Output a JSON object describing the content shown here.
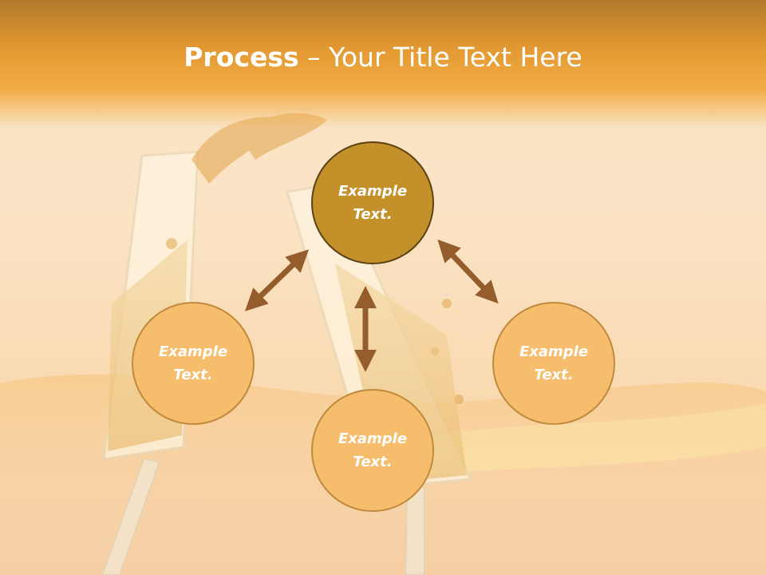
{
  "slide": {
    "title_bold": "Process",
    "title_rest": " – Your Title Text Here"
  },
  "process": {
    "nodes": [
      {
        "label": "Example Text."
      },
      {
        "label": "Example Text."
      },
      {
        "label": "Example Text."
      },
      {
        "label": "Example Text."
      }
    ]
  },
  "colors": {
    "header": "#e59a32",
    "circle_light": "#f6bd6c",
    "circle_dark": "#c4902a",
    "arrow": "#955c2c"
  },
  "icons": [
    "double-arrow-icon",
    "champagne-glasses-background"
  ]
}
